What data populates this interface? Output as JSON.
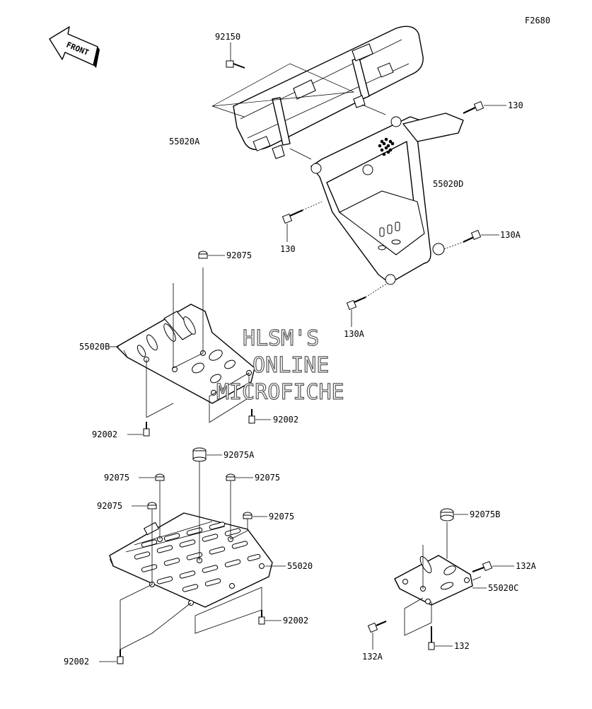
{
  "figure_id": "F2680",
  "front_label": "FRONT",
  "watermark": [
    "HLSM'S",
    "ONLINE",
    "MICROFICHE"
  ],
  "callouts": [
    {
      "id": "c-92150",
      "text": "92150"
    },
    {
      "id": "c-55020A",
      "text": "55020A"
    },
    {
      "id": "c-130-top",
      "text": "130"
    },
    {
      "id": "c-55020D",
      "text": "55020D"
    },
    {
      "id": "c-130-mid",
      "text": "130"
    },
    {
      "id": "c-130A-right",
      "text": "130A"
    },
    {
      "id": "c-130A-low",
      "text": "130A"
    },
    {
      "id": "c-92075-a",
      "text": "92075"
    },
    {
      "id": "c-55020B",
      "text": "55020B"
    },
    {
      "id": "c-92002-a",
      "text": "92002"
    },
    {
      "id": "c-92002-b",
      "text": "92002"
    },
    {
      "id": "c-92075A",
      "text": "92075A"
    },
    {
      "id": "c-92075-b",
      "text": "92075"
    },
    {
      "id": "c-92075-c",
      "text": "92075"
    },
    {
      "id": "c-92075-d",
      "text": "92075"
    },
    {
      "id": "c-92075-e",
      "text": "92075"
    },
    {
      "id": "c-55020",
      "text": "55020"
    },
    {
      "id": "c-92002-c",
      "text": "92002"
    },
    {
      "id": "c-92002-d",
      "text": "92002"
    },
    {
      "id": "c-92075B",
      "text": "92075B"
    },
    {
      "id": "c-132A-a",
      "text": "132A"
    },
    {
      "id": "c-55020C",
      "text": "55020C"
    },
    {
      "id": "c-132",
      "text": "132"
    },
    {
      "id": "c-132A-b",
      "text": "132A"
    }
  ]
}
